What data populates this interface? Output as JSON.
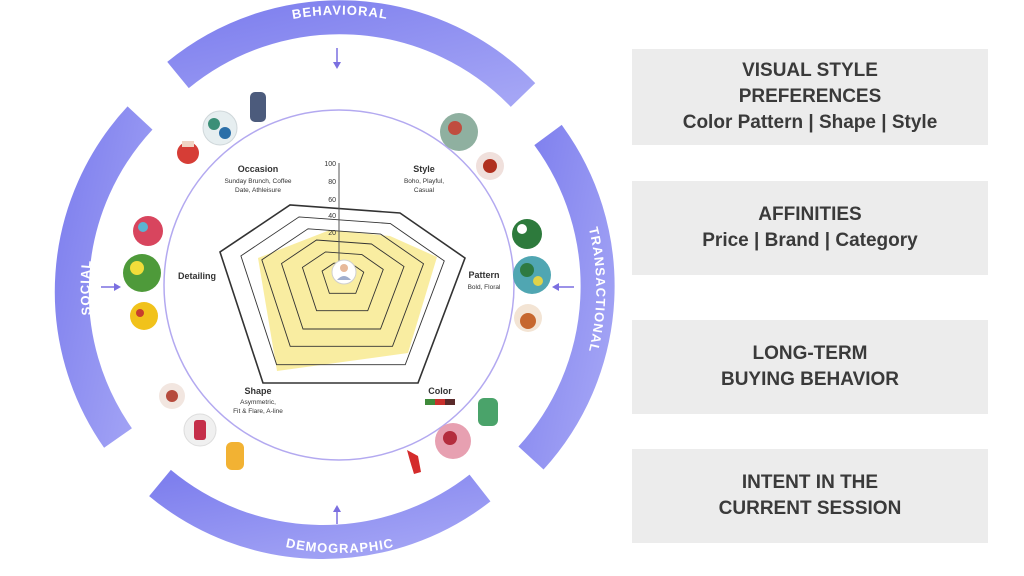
{
  "ring_labels": {
    "behavioral": "BEHAVIORAL",
    "transactional": "TRANSACTIONAL",
    "demographic": "DEMOGRAPHIC",
    "social": "SOCIAL"
  },
  "radar": {
    "scale_ticks": [
      "100",
      "80",
      "60",
      "40",
      "20"
    ],
    "axes": [
      {
        "title": "Style",
        "sub": [
          "Boho, Playful,",
          "Casual"
        ]
      },
      {
        "title": "Pattern",
        "sub": [
          "Bold, Floral"
        ]
      },
      {
        "title": "Color",
        "sub": []
      },
      {
        "title": "Shape",
        "sub": [
          "Asymmetric,",
          "Fit & Flare, A-line"
        ]
      },
      {
        "title": "Detailing",
        "sub": []
      },
      {
        "title": "Occasion",
        "sub": [
          "Sunday Brunch, Coffee",
          "Date, Athleisure"
        ]
      }
    ],
    "fill_color": "#f8e98a"
  },
  "colors": {
    "ring": "#7f80ee",
    "ring_gradient_end": "#a4a5f5",
    "inner_circle": "#b3a9f0",
    "arrow": "#7b6fe0",
    "box_bg": "#ececec",
    "box_text": "#3a3a3a"
  },
  "boxes": [
    {
      "lines": [
        "VISUAL STYLE",
        "PREFERENCES",
        "Color  Pattern | Shape | Style"
      ]
    },
    {
      "lines": [
        "AFFINITIES",
        "Price | Brand | Category"
      ]
    },
    {
      "lines": [
        "LONG-TERM",
        "BUYING BEHAVIOR"
      ]
    },
    {
      "lines": [
        "INTENT IN THE",
        "CURRENT SESSION"
      ]
    }
  ]
}
